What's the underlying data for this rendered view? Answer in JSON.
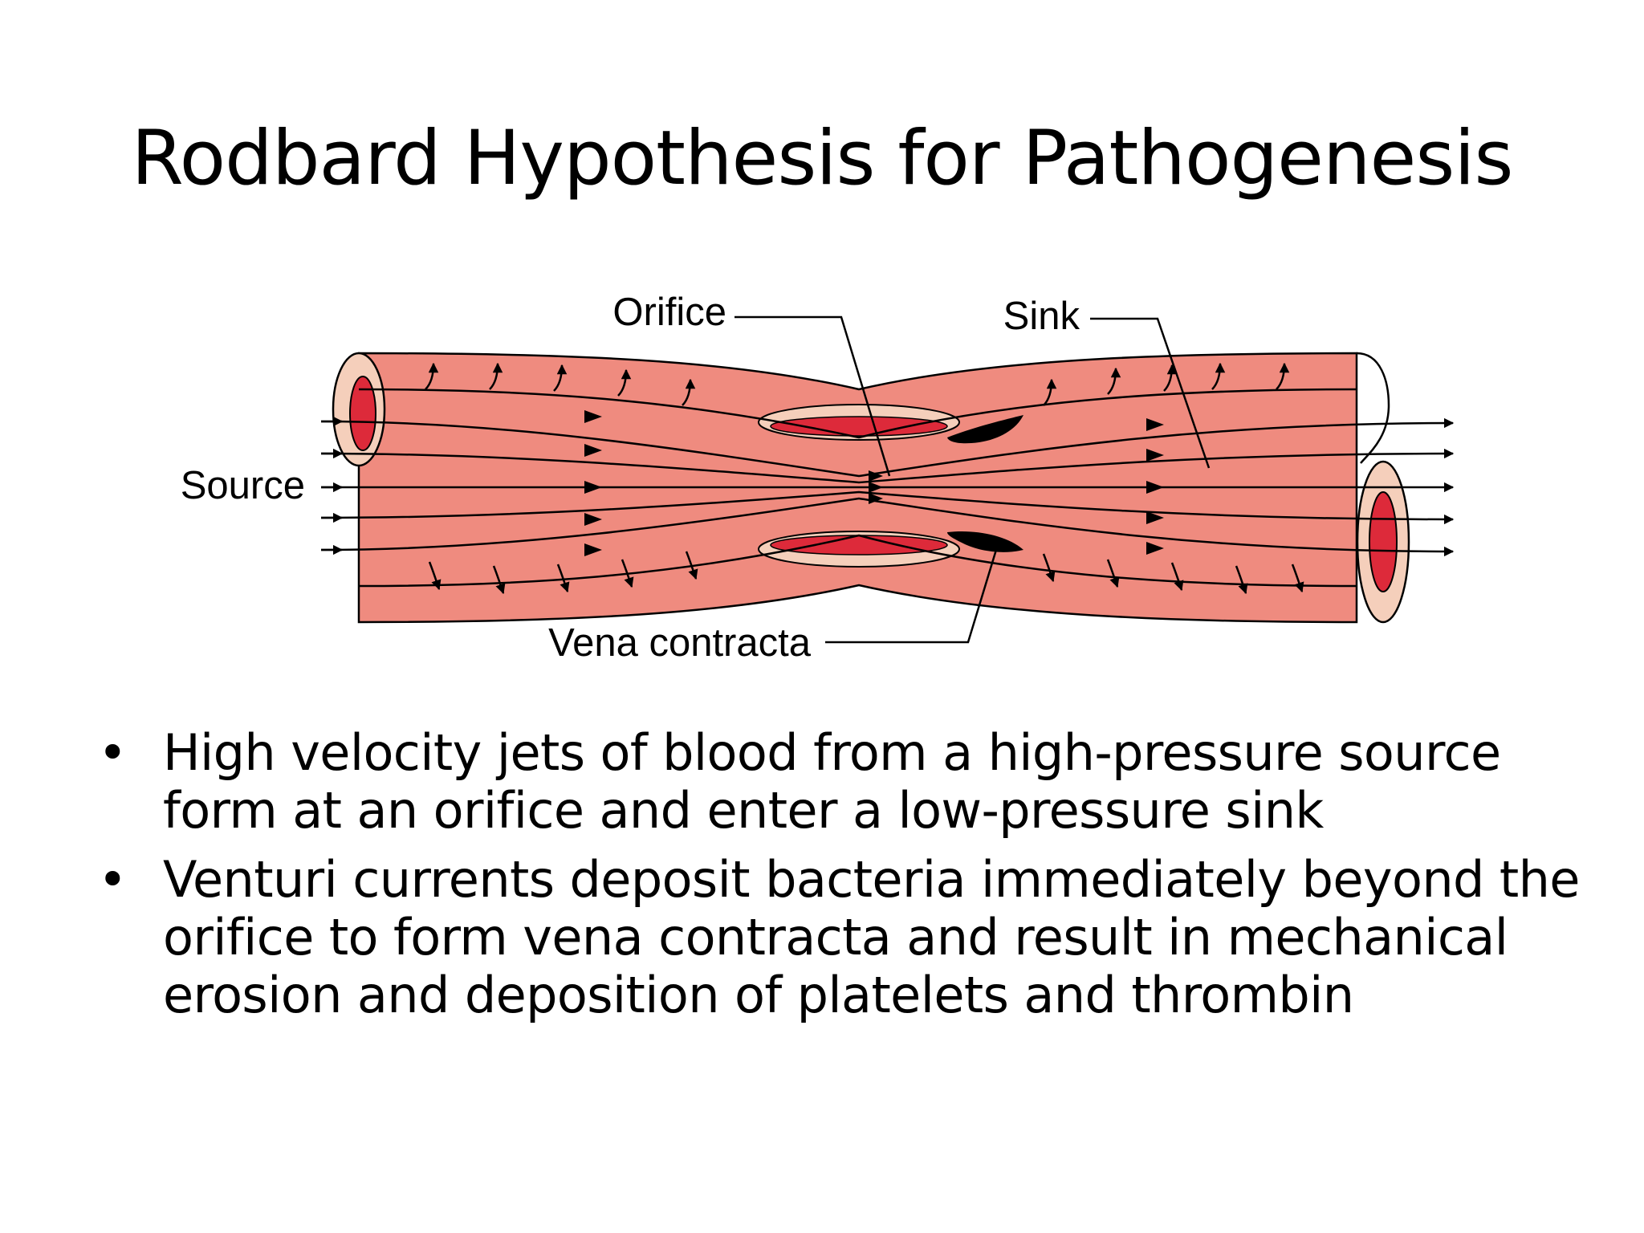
{
  "slide": {
    "title": "Rodbard Hypothesis for Pathogenesis",
    "diagram": {
      "labels": {
        "orifice": "Orifice",
        "sink": "Sink",
        "source": "Source",
        "vena_contracta": "Vena contracta"
      },
      "colors": {
        "vessel": "#ef8b7f",
        "lumen": "#dd2a3a",
        "wall": "#f5cfbb",
        "deposit": "#000000"
      }
    },
    "bullet_glyph": "•",
    "bullets": [
      "High velocity jets of blood from a high-pressure source form at an orifice and enter a low-pressure sink",
      "Venturi currents deposit bacteria immediately beyond the orifice to form vena contracta and result in mechanical erosion and deposition of platelets and thrombin"
    ]
  }
}
